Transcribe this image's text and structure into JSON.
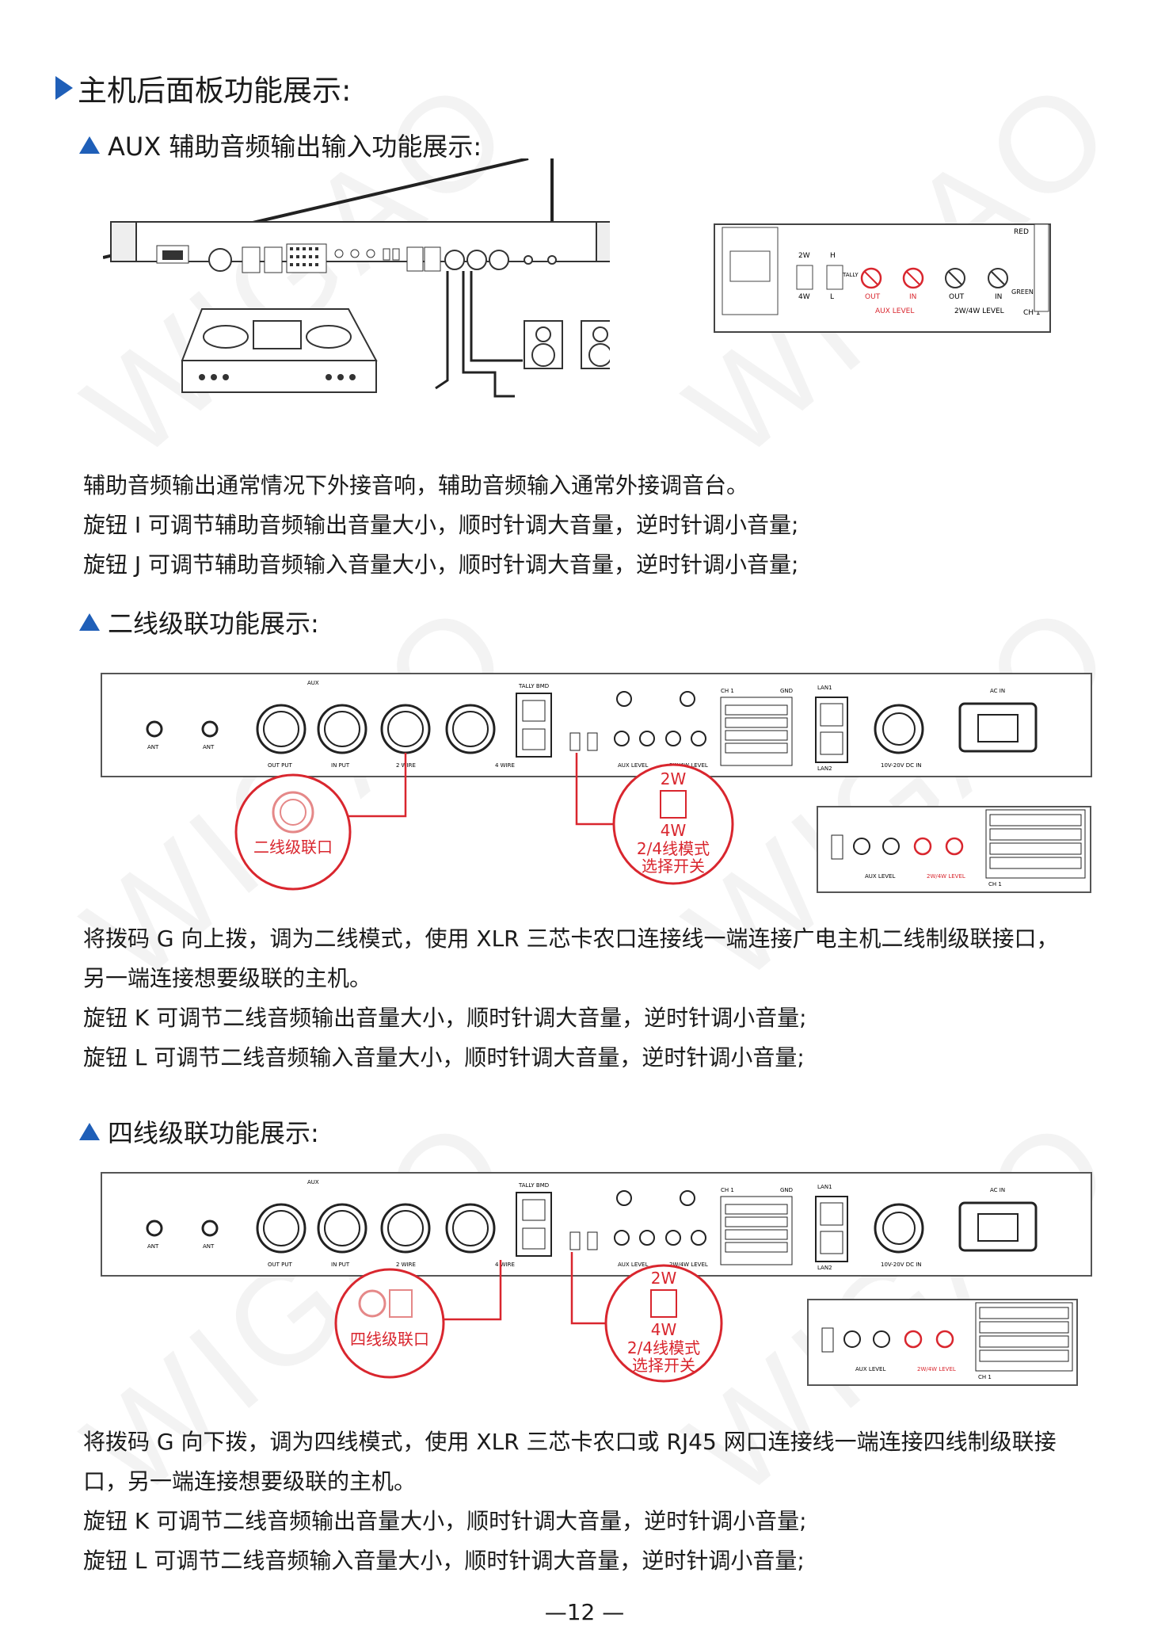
{
  "title": "主机后面板功能展示:",
  "watermark": "WIGAO",
  "sections": {
    "aux": {
      "heading": "AUX 辅助音频输出输入功能展示:",
      "lines": [
        "辅助音频输出通常情况下外接音响，辅助音频输入通常外接调音台。",
        "旋钮 I 可调节辅助音频输出音量大小，顺时针调大音量，逆时针调小音量;",
        "旋钮 J 可调节辅助音频输入音量大小，顺时针调大音量，逆时针调小音量;"
      ],
      "detail_labels": {
        "w2": "2W",
        "w4": "4W",
        "h": "H",
        "l": "L",
        "tally": "TALLY",
        "out": "OUT",
        "in": "IN",
        "aux_level": "AUX LEVEL",
        "level24": "2W/4W LEVEL",
        "red": "RED",
        "green": "GREEN",
        "ch1": "CH 1"
      }
    },
    "two_wire": {
      "heading": "二线级联功能展示:",
      "callout_port": "二线级联口",
      "callout_switch_top": "2W",
      "callout_switch_bottom": "4W",
      "callout_switch_text1": "2/4线模式",
      "callout_switch_text2": "选择开关",
      "lines": [
        "将拨码 G 向上拨，调为二线模式，使用 XLR 三芯卡农口连接线一端连接广电主机二线制级联接口，",
        "另一端连接想要级联的主机。",
        "旋钮 K 可调节二线音频输出音量大小，顺时针调大音量，逆时针调小音量;",
        "旋钮 L 可调节二线音频输入音量大小，顺时针调大音量，逆时针调小音量;"
      ]
    },
    "four_wire": {
      "heading": "四线级联功能展示:",
      "callout_port": "四线级联口",
      "callout_switch_top": "2W",
      "callout_switch_bottom": "4W",
      "callout_switch_text1": "2/4线模式",
      "callout_switch_text2": "选择开关",
      "lines": [
        "将拨码 G 向下拨，调为四线模式，使用 XLR 三芯卡农口或 RJ45 网口连接线一端连接四线制级联接",
        "口，另一端连接想要级联的主机。",
        "旋钮 K 可调节二线音频输出音量大小，顺时针调大音量，逆时针调小音量;",
        "旋钮 L 可调节二线音频输入音量大小，顺时针调大音量，逆时针调小音量;"
      ]
    }
  },
  "panel_labels": {
    "ant": "ANT",
    "aux": "AUX",
    "output": "OUT PUT",
    "input": "IN PUT",
    "wire2": "2 WIRE",
    "wire4": "4 WIRE",
    "tally_bmd": "TALLY BMD",
    "w2": "2W",
    "w4": "4W",
    "h": "H",
    "l": "L",
    "out": "OUT",
    "in": "IN",
    "aux_level": "AUX LEVEL",
    "level24": "2W/4W LEVEL",
    "lan1": "LAN1",
    "lan2": "LAN2",
    "dc_in": "10V-20V DC IN",
    "ac_in": "AC IN",
    "red": "RED",
    "green": "GREEN",
    "gnd": "GND",
    "ch1": "CH 1"
  },
  "colors": {
    "accent": "#1f5fb8",
    "callout": "#d9262e"
  },
  "page_number": "—12 —"
}
